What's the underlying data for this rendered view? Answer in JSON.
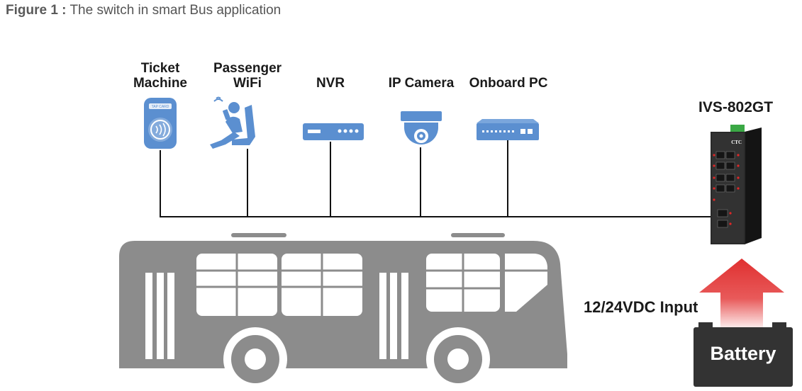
{
  "caption": {
    "figure": "Figure 1 :",
    "text": "The switch in smart Bus application"
  },
  "devices": [
    {
      "line1": "Ticket",
      "line2": "Machine",
      "icon": "ticket-machine-icon",
      "card": "TAP CARD"
    },
    {
      "line1": "Passenger",
      "line2": "WiFi",
      "icon": "passenger-wifi-icon"
    },
    {
      "line1": "",
      "line2": "NVR",
      "icon": "nvr-icon"
    },
    {
      "line1": "",
      "line2": "IP Camera",
      "icon": "ip-camera-icon"
    },
    {
      "line1": "",
      "line2": "Onboard PC",
      "icon": "onboard-pc-icon"
    }
  ],
  "switch": {
    "name": "IVS-802GT",
    "brand": "CTC"
  },
  "power": {
    "input": "12/24VDC Input",
    "source": "Battery"
  },
  "colors": {
    "device": "#5b8fd0",
    "bus": "#8c8c8c",
    "arrow": "#e03030",
    "battery": "#333333",
    "line": "#111111"
  }
}
